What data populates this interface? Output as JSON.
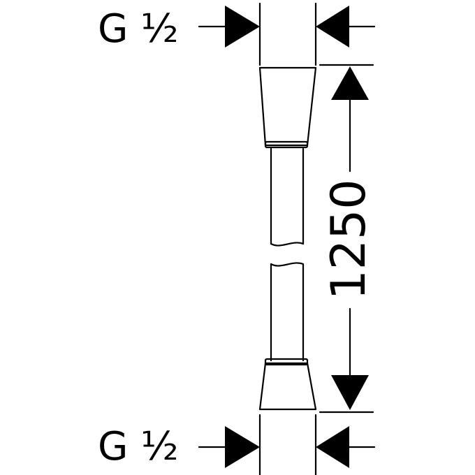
{
  "connection": {
    "top_label": "G ½",
    "bottom_label": "G ½"
  },
  "dimension": {
    "length_label": "1250"
  },
  "colors": {
    "stroke": "#000000",
    "background": "#ffffff"
  }
}
